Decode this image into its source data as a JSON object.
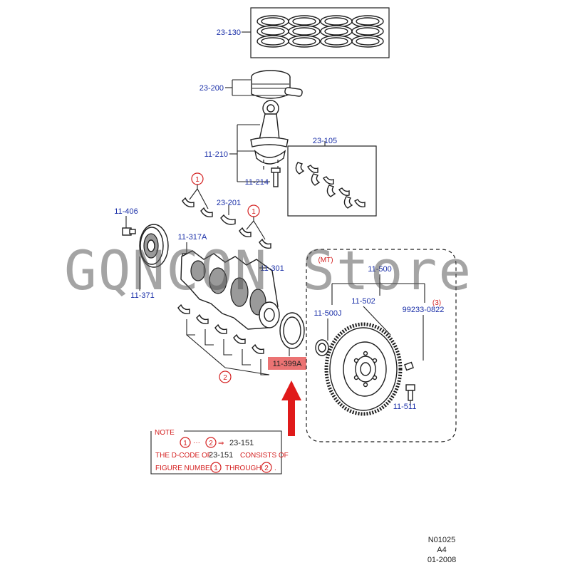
{
  "labels": {
    "rings": "23-130",
    "piston": "23-200",
    "conrod": "11-210",
    "conrod_bolt": "11-214",
    "bearing_set": "23-105",
    "thrust_bearing": "23-201",
    "pulley_bolt": "11-406",
    "pulley": "11-371",
    "key": "11-317A",
    "crankshaft": "11-301",
    "oil_seal": "11-399A",
    "flywheel_assy": "11-500",
    "pilot_bearing": "11-500J",
    "ring_gear": "11-502",
    "dowel": "99233-0822",
    "dowel_qty": "(3)",
    "flywheel_bolt": "11-511",
    "mt": "(MT)"
  },
  "markers": {
    "one": "1",
    "two": "2"
  },
  "note": {
    "title": "NOTE",
    "line1_dots": "···",
    "line1_arrow": "⇒",
    "line1_code": "23-151",
    "line2_a": "THE D-CODE OF",
    "line2_code": "23-151",
    "line2_b": "CONSISTS OF",
    "line3_a": "FIGURE NUMBERS",
    "line3_b": "THROUGH",
    "line3_end": "."
  },
  "footer": {
    "code": "N01025",
    "size": "A4",
    "date": "01-2008"
  },
  "watermark": "GQNCON Store",
  "colors": {
    "label_blue": "#1a2fa8",
    "note_red": "#d42020",
    "highlight": "#e85a5a",
    "arrow": "#e01a1a"
  }
}
